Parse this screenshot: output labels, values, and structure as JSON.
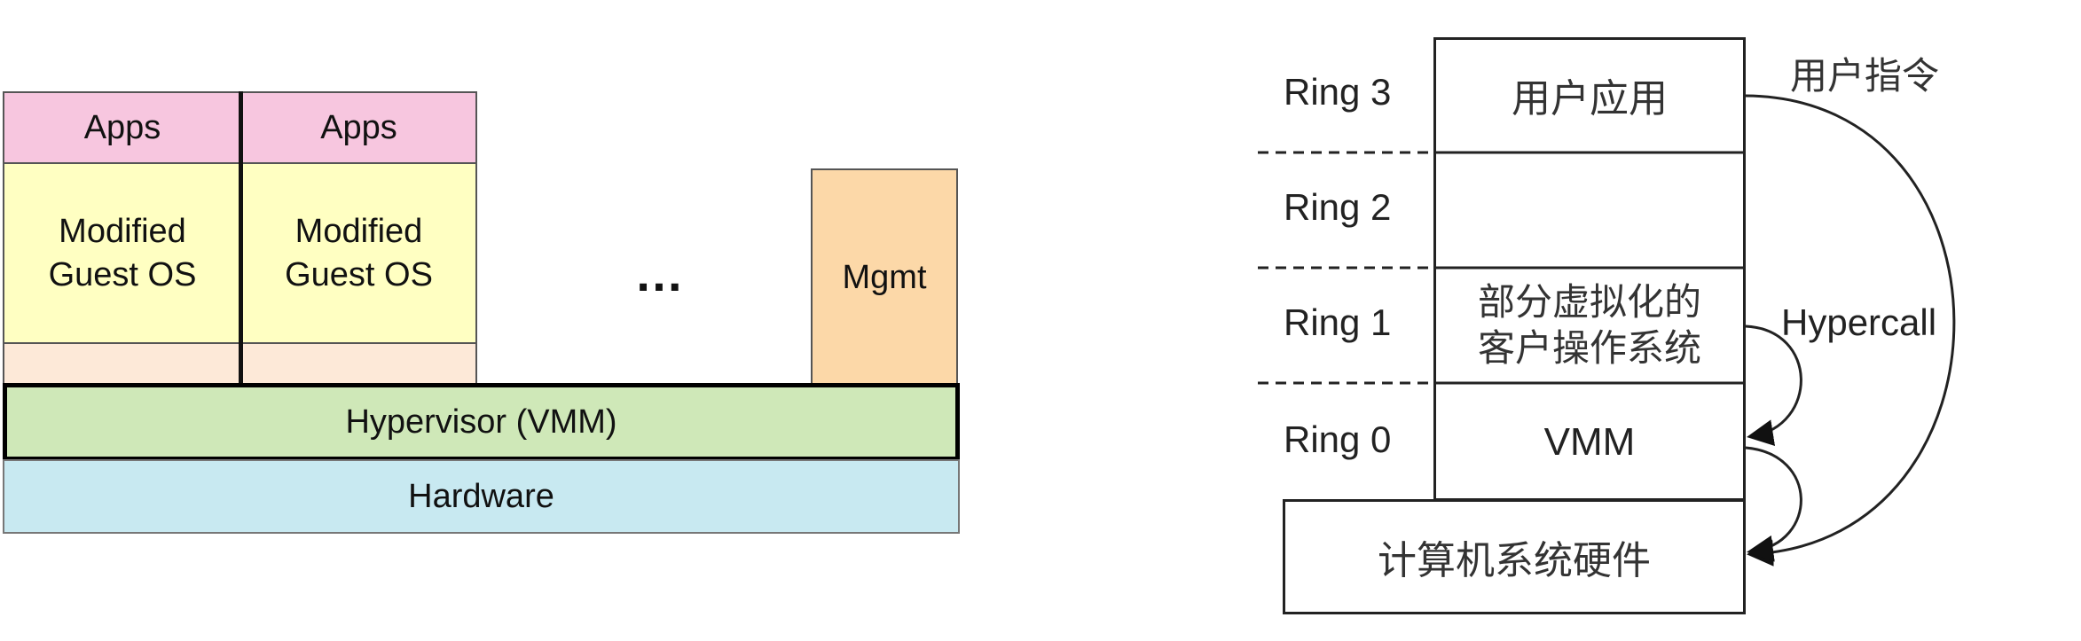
{
  "left_diagram": {
    "apps_1": "Apps",
    "apps_2": "Apps",
    "guest_os_1": [
      "Modified",
      "Guest OS"
    ],
    "guest_os_2": [
      "Modified",
      "Guest OS"
    ],
    "ellipsis": "…",
    "mgmt": "Mgmt",
    "hypervisor": "Hypervisor (VMM)",
    "hardware": "Hardware",
    "colors": {
      "apps": "#f7c6df",
      "guest_os": "#ffffc2",
      "guest_base": "#fde9d8",
      "mgmt": "#fcd8a8",
      "hypervisor": "#cfe8b8",
      "hardware": "#c8e9f1"
    }
  },
  "right_diagram": {
    "rings": [
      "Ring 3",
      "Ring 2",
      "Ring 1",
      "Ring 0"
    ],
    "user_app": "用户应用",
    "guest_os": [
      "部分虚拟化的",
      "客户操作系统"
    ],
    "vmm": "VMM",
    "hardware": "计算机系统硬件",
    "user_instruction": "用户指令",
    "hypercall": "Hypercall"
  }
}
